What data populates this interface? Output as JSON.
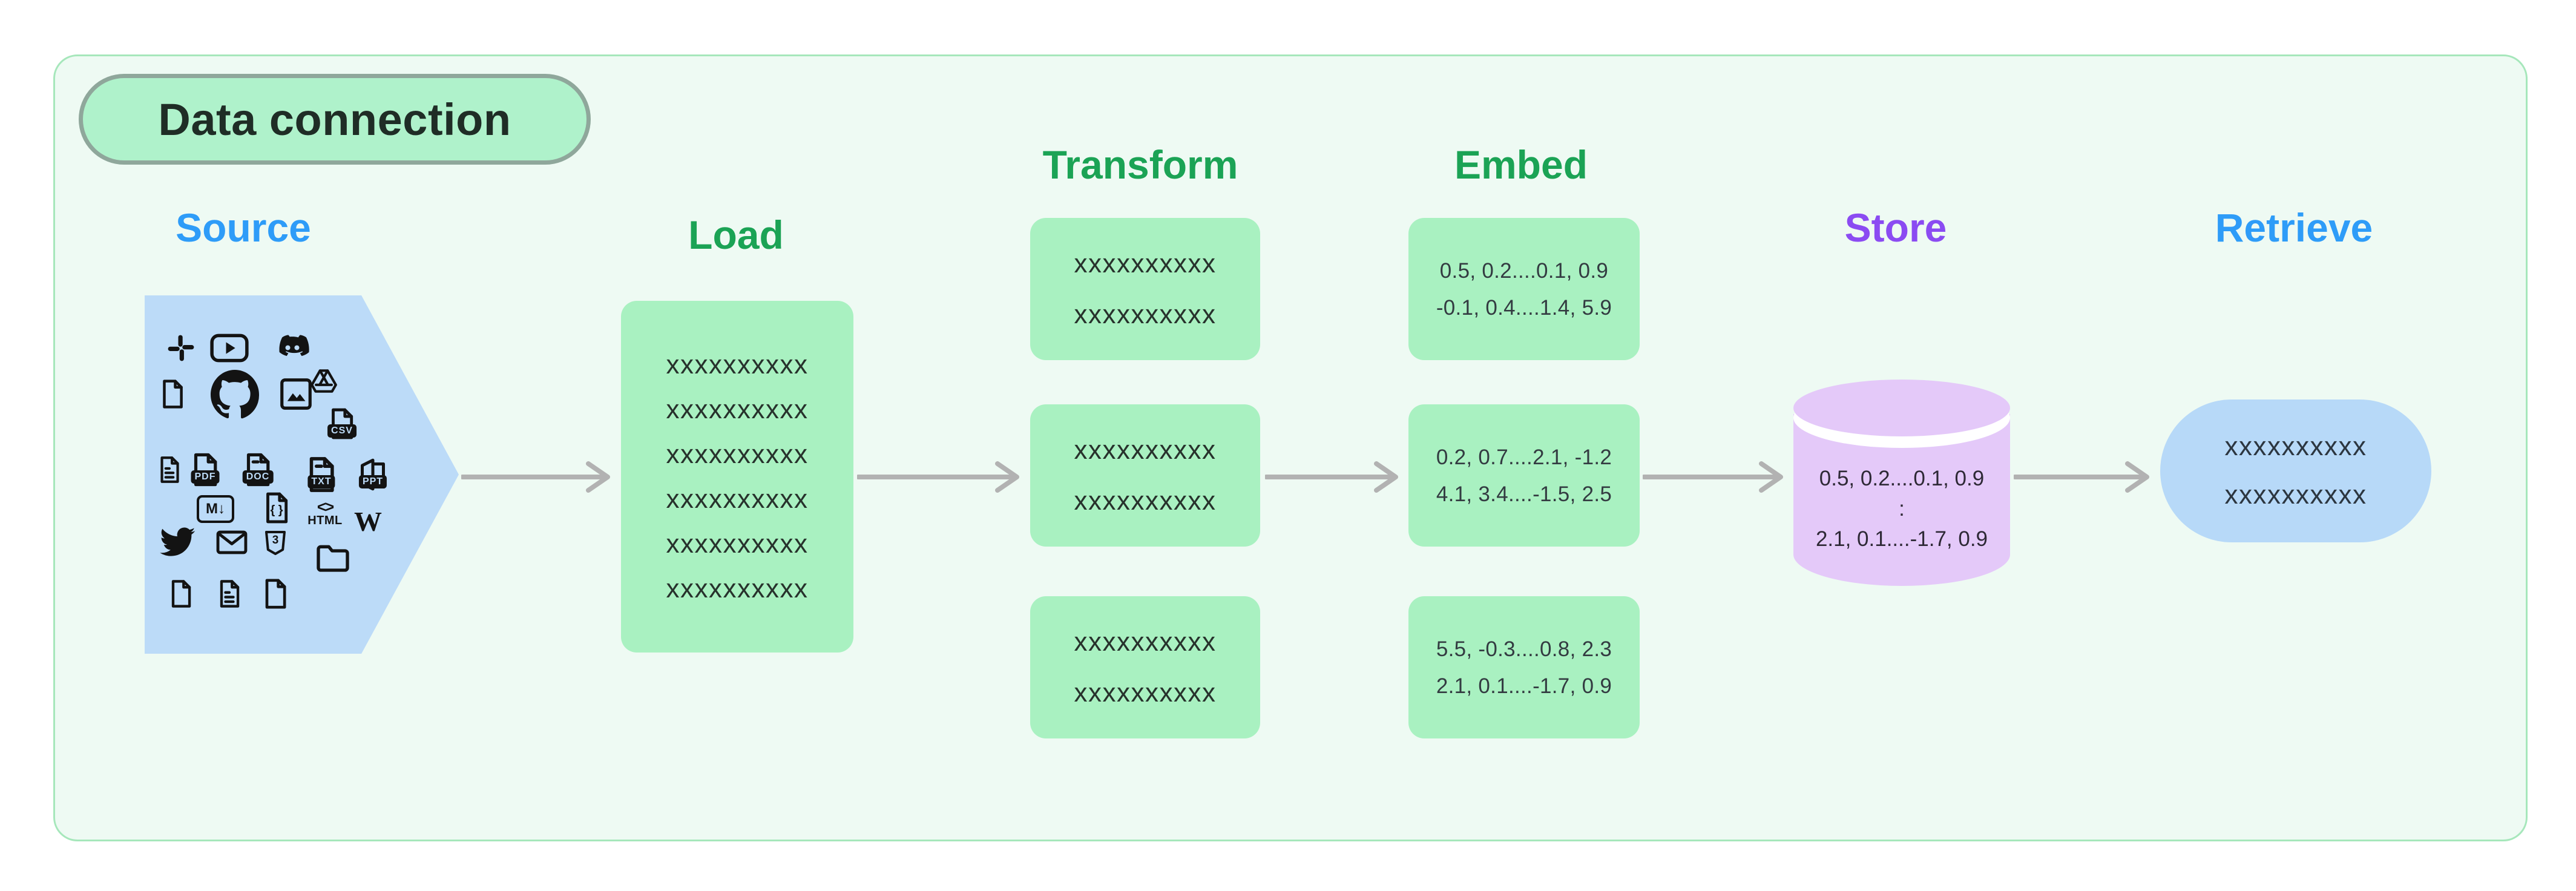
{
  "diagram": {
    "title": "Data connection",
    "stages": {
      "source": {
        "label": "Source"
      },
      "load": {
        "label": "Load",
        "lines": [
          "xxxxxxxxxx",
          "xxxxxxxxxx",
          "xxxxxxxxxx",
          "xxxxxxxxxx",
          "xxxxxxxxxx",
          "xxxxxxxxxx"
        ]
      },
      "transform": {
        "label": "Transform",
        "boxes": [
          {
            "lines": [
              "xxxxxxxxxx",
              "xxxxxxxxxx"
            ]
          },
          {
            "lines": [
              "xxxxxxxxxx",
              "xxxxxxxxxx"
            ]
          },
          {
            "lines": [
              "xxxxxxxxxx",
              "xxxxxxxxxx"
            ]
          }
        ]
      },
      "embed": {
        "label": "Embed",
        "boxes": [
          {
            "lines": [
              "0.5, 0.2....0.1, 0.9",
              "-0.1, 0.4....1.4, 5.9"
            ]
          },
          {
            "lines": [
              "0.2, 0.7....2.1, -1.2",
              "4.1, 3.4....-1.5, 2.5"
            ]
          },
          {
            "lines": [
              "5.5, -0.3....0.8, 2.3",
              "2.1, 0.1....-1.7, 0.9"
            ]
          }
        ]
      },
      "store": {
        "label": "Store",
        "db": {
          "lines": [
            "0.5, 0.2....0.1, 0.9",
            ":",
            "2.1, 0.1....-1.7, 0.9"
          ]
        }
      },
      "retrieve": {
        "label": "Retrieve",
        "lines": [
          "xxxxxxxxxx",
          "xxxxxxxxxx"
        ]
      }
    },
    "source_icons": [
      {
        "name": "slack-icon"
      },
      {
        "name": "youtube-icon"
      },
      {
        "name": "discord-icon"
      },
      {
        "name": "file-icon"
      },
      {
        "name": "github-icon"
      },
      {
        "name": "image-icon"
      },
      {
        "name": "google-drive-icon"
      },
      {
        "name": "csv-file-icon",
        "label": "CSV"
      },
      {
        "name": "file-text-icon"
      },
      {
        "name": "pdf-file-icon",
        "label": "PDF"
      },
      {
        "name": "doc-file-icon",
        "label": "DOC"
      },
      {
        "name": "txt-file-icon",
        "label": "TXT"
      },
      {
        "name": "ppt-file-icon",
        "label": "PPT"
      },
      {
        "name": "markdown-icon",
        "label": "M↓"
      },
      {
        "name": "json-file-icon",
        "label": "{ }"
      },
      {
        "name": "html-icon",
        "glyph": "<>",
        "label": "HTML"
      },
      {
        "name": "wikipedia-icon",
        "label": "W"
      },
      {
        "name": "twitter-icon"
      },
      {
        "name": "email-icon"
      },
      {
        "name": "css3-icon",
        "label": "3"
      },
      {
        "name": "folder-icon"
      },
      {
        "name": "file-icon"
      },
      {
        "name": "file-text-icon"
      },
      {
        "name": "file-icon"
      }
    ],
    "colors": {
      "frame_bg": "#eefaf3",
      "frame_border": "#a6e7bb",
      "title_pill_bg": "#aff2cb",
      "title_pill_border": "#8fa79b",
      "green_box": "#a9f1c1",
      "blue_shape": "#bcdbf8",
      "retrieve_box": "#b7d9f8",
      "cylinder": "#e4c9f9",
      "header_green": "#1ba355",
      "header_blue": "#2e9cf8",
      "header_purple": "#8b4bf2",
      "arrow": "#b2b2b2",
      "text_dark": "#27322c"
    }
  }
}
